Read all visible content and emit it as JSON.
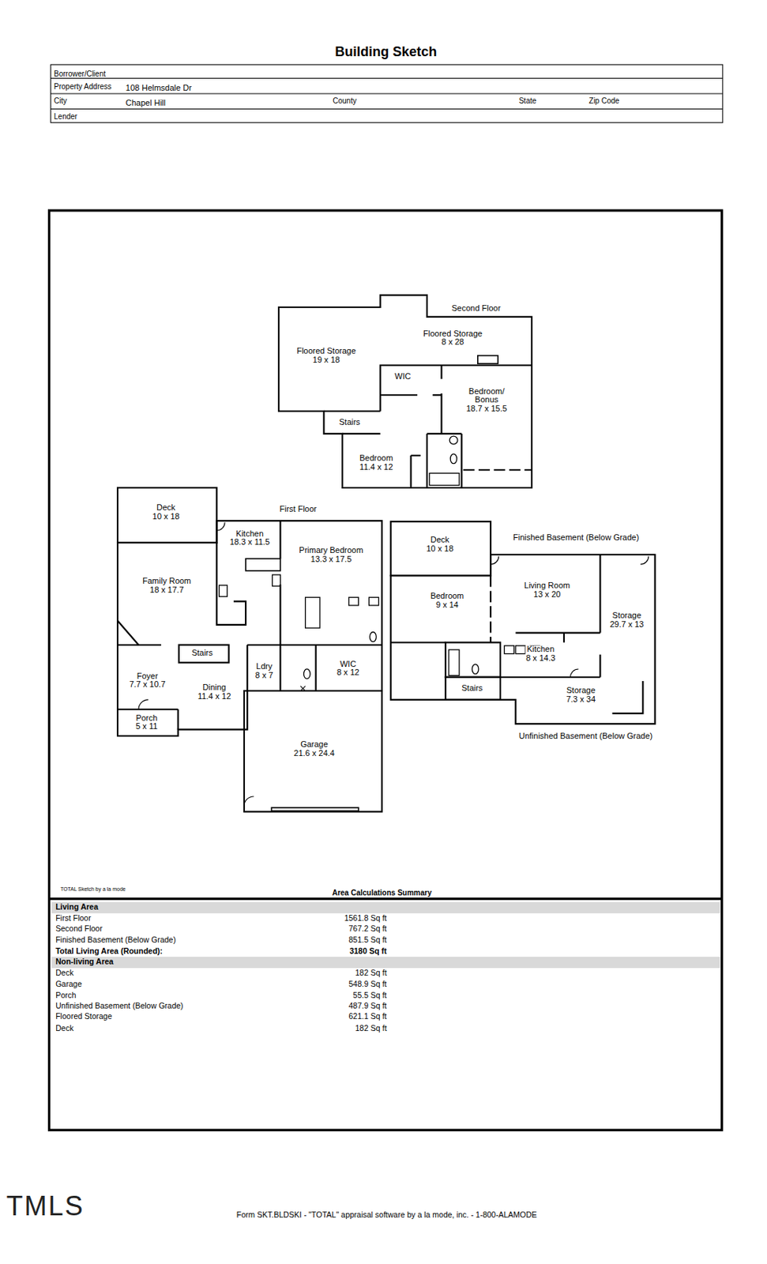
{
  "diagram": {
    "title": "Building Sketch",
    "nodes": [
      {
        "text": [
          "Floored Storage",
          "19 x 18"
        ]
      },
      {
        "text": [
          "Floored Storage",
          "8 x 28"
        ]
      },
      {
        "text": [
          "WIC"
        ]
      },
      {
        "text": [
          "Bedroom/ Bonus",
          "18.7 x 15.5"
        ]
      },
      {
        "text": [
          "Stairs"
        ]
      },
      {
        "text": [
          "Bedroom",
          "11.4 x 12"
        ]
      },
      {
        "text": [
          "Deck",
          "10 x 18"
        ]
      },
      {
        "text": [
          "Kitchen",
          "18.3 x 11.5"
        ]
      },
      {
        "text": [
          "Primary Bedroom",
          "13.3 x 17.5"
        ]
      },
      {
        "text": [
          "Family Room",
          "18 x 17.7"
        ]
      },
      {
        "text": [
          "Stairs"
        ]
      },
      {
        "text": [
          "Foyer",
          "7.7 x 10.7"
        ]
      },
      {
        "text": [
          "Ldry",
          "8 x 7"
        ]
      },
      {
        "text": [
          "WIC",
          "8 x 12"
        ]
      },
      {
        "text": [
          "Dining",
          "11.4 x 12"
        ]
      },
      {
        "text": [
          "Porch",
          "5 x 11"
        ]
      },
      {
        "text": [
          "Garage",
          "21.6 x 24.4"
        ]
      },
      {
        "text": [
          "Deck",
          "10 x 18"
        ]
      },
      {
        "text": [
          "Bedroom",
          "9 x 14"
        ]
      },
      {
        "text": [
          "Living Room",
          "13 x 20"
        ]
      },
      {
        "text": [
          "Storage",
          "29.7 x 13"
        ]
      },
      {
        "text": [
          "Kitchen",
          "8 x 14.3"
        ]
      },
      {
        "text": [
          "Stairs"
        ]
      },
      {
        "text": [
          "Storage",
          "7.3 x 34"
        ]
      }
    ],
    "labels": [
      "Borrower/Client",
      "Property Address",
      "108 Helmsdale Dr",
      "City",
      "Chapel Hill",
      "County",
      "State",
      "Zip Code",
      "Lender",
      "Second Floor",
      "First Floor",
      "Finished Basement (Below Grade)",
      "Unfinished Basement (Below Grade)",
      "TOTAL Sketch by a la mode",
      "Area Calculations Summary",
      "Living Area",
      "First Floor",
      "1561.8 Sq ft",
      "Second Floor",
      "767.2 Sq ft",
      "Finished Basement (Below Grade)",
      "851.5 Sq ft",
      "Total Living Area (Rounded):",
      "3180 Sq ft",
      "Non-living Area",
      "Deck",
      "182 Sq ft",
      "Garage",
      "548.9 Sq ft",
      "Porch",
      "55.5 Sq ft",
      "Unfinished Basement (Below Grade)",
      "487.9 Sq ft",
      "Floored Storage",
      "621.1 Sq ft",
      "Deck",
      "182 Sq ft",
      "Form SKT.BLDSKI - \"TOTAL\" appraisal software by a la mode, inc. - 1-800-ALAMODE",
      "TMLS"
    ]
  }
}
